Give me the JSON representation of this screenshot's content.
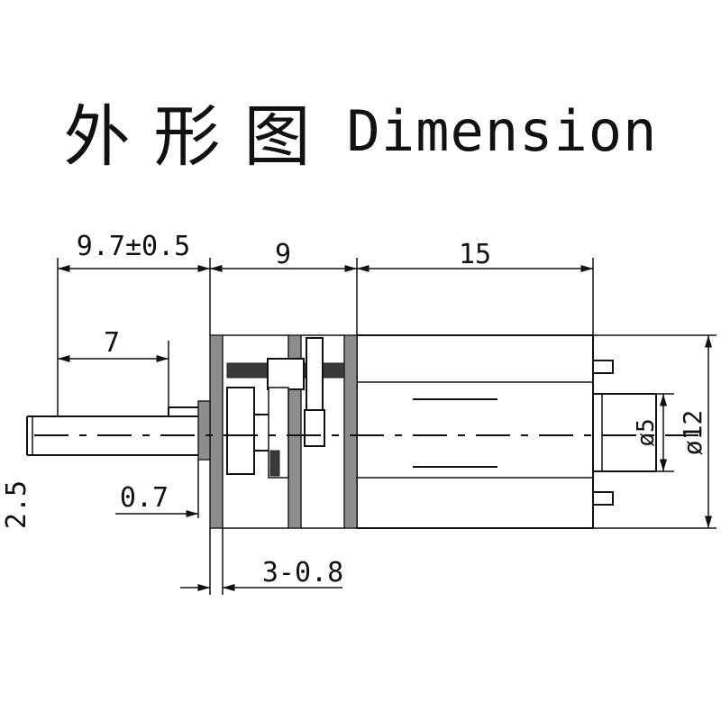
{
  "title": {
    "chinese": "外形图",
    "english": "Dimension"
  },
  "dimensions": {
    "output_shaft_length": "9.7±0.5",
    "gearbox_length": "9",
    "motor_length": "15",
    "shaft_flat_length": "7",
    "shaft_diameter": "2.5",
    "flange_thickness": "0.7",
    "plate_spec": "3-0.8",
    "end_cap_diameter": "ø5",
    "motor_diameter": "ø12"
  }
}
